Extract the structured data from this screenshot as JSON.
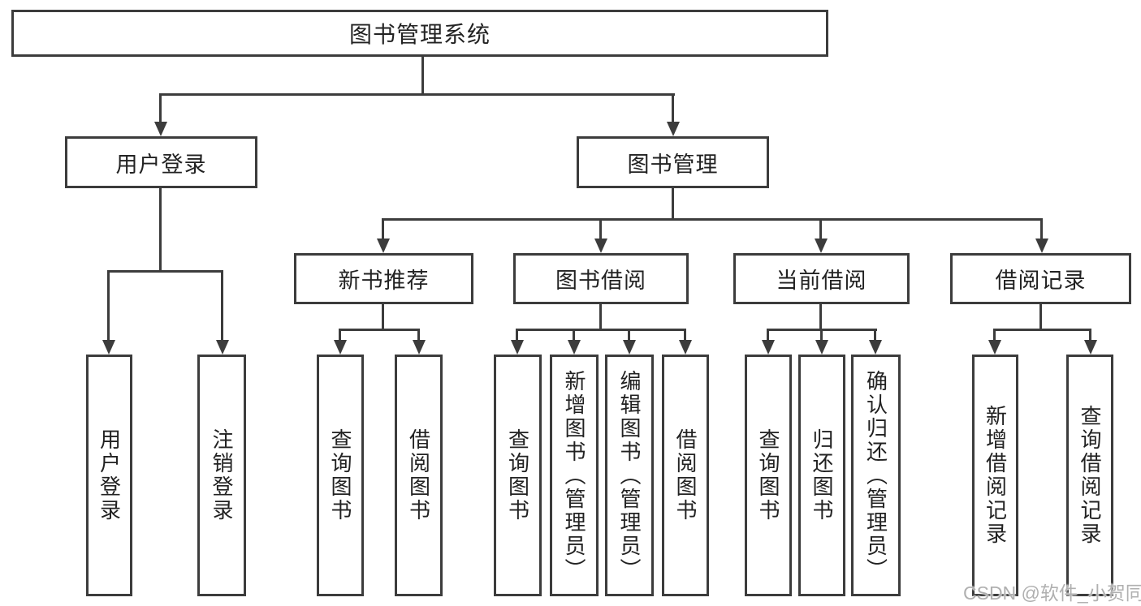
{
  "tree": {
    "root": "图书管理系统",
    "children": [
      {
        "label": "用户登录",
        "children": [
          "用户登录",
          "注销登录"
        ]
      },
      {
        "label": "图书管理",
        "children": [
          {
            "label": "新书推荐",
            "children": [
              "查询图书",
              "借阅图书"
            ]
          },
          {
            "label": "图书借阅",
            "children": [
              "查询图书",
              "新增图书（管理员）",
              "编辑图书（管理员）",
              "借阅图书"
            ]
          },
          {
            "label": "当前借阅",
            "children": [
              "查询图书",
              "归还图书",
              "确认归还（管理员）"
            ]
          },
          {
            "label": "借阅记录",
            "children": [
              "新增借阅记录",
              "查询借阅记录"
            ]
          }
        ]
      }
    ]
  },
  "watermark": {
    "text": "CSDN @软件_小贺同学"
  },
  "colors": {
    "line": "#3c3c3c",
    "text": "#222222",
    "watermark": "#b0b0b0",
    "background": "#ffffff"
  }
}
